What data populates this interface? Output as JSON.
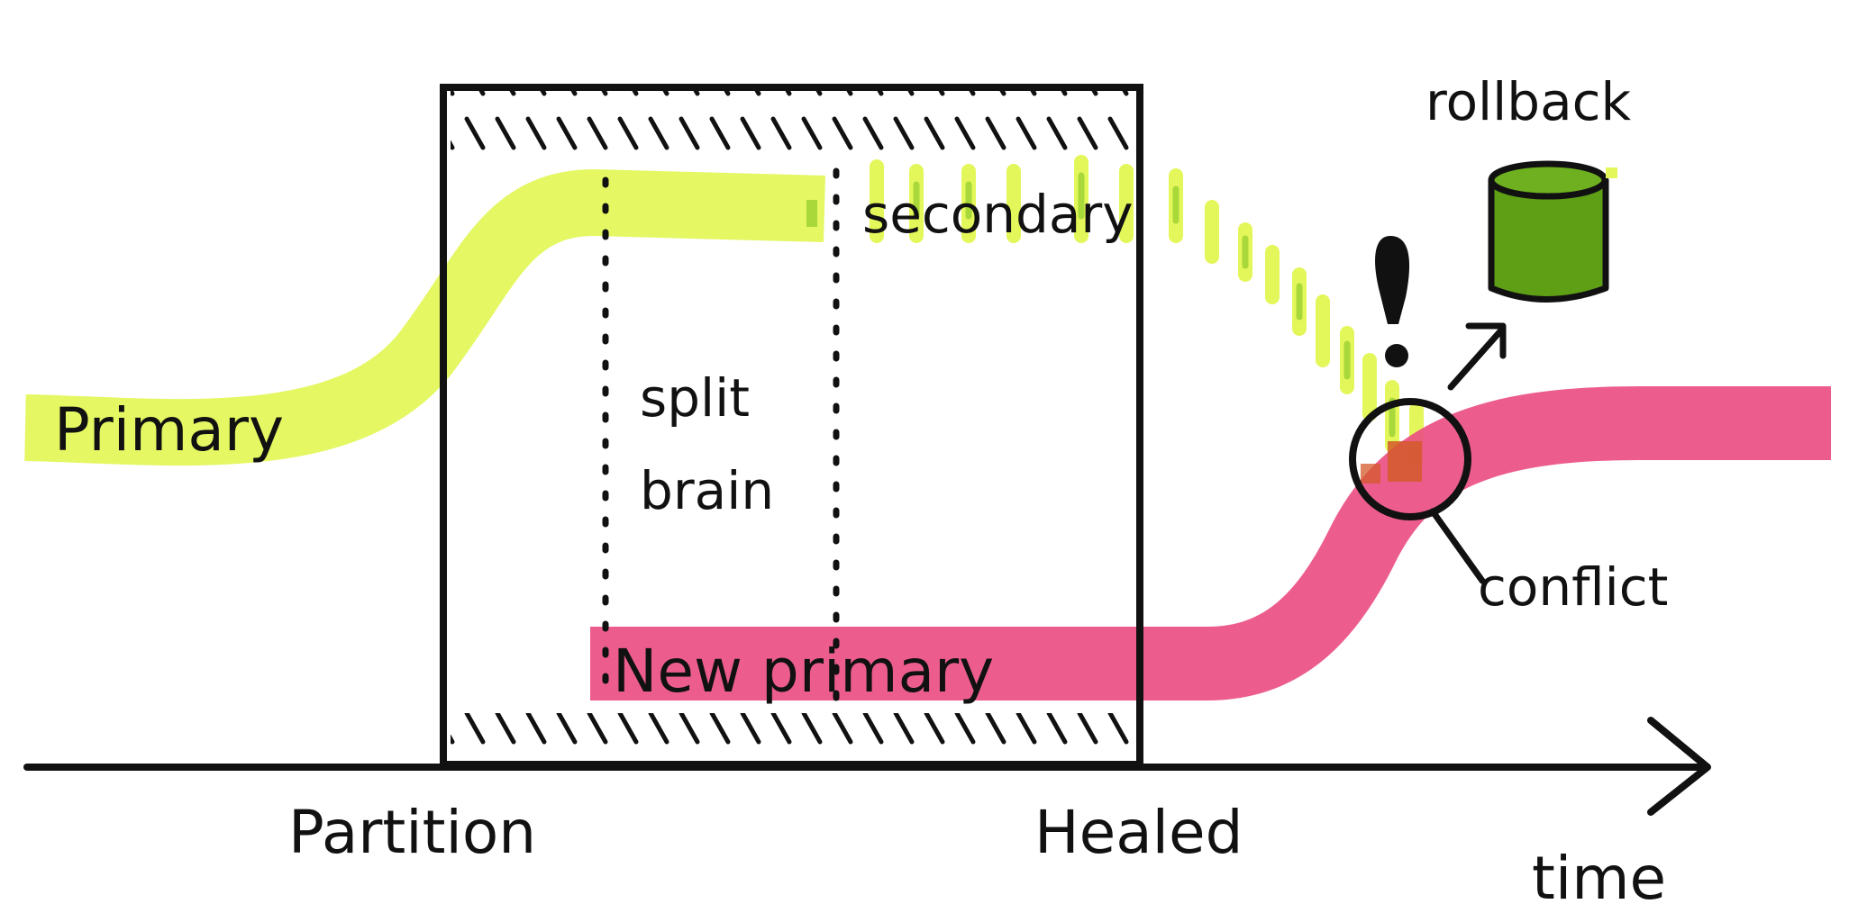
{
  "labels": {
    "primary": "Primary",
    "secondary": "secondary",
    "new_primary": "New primary",
    "split_brain_line1": "split",
    "split_brain_line2": "brain",
    "partition": "Partition",
    "healed": "Healed",
    "time": "time",
    "conflict": "conflict",
    "rollback": "rollback",
    "exclamation": "!"
  },
  "colors": {
    "primary_highlighter": "#e4f75a",
    "primary_dash": "#a8d83a",
    "rollback_cylinder": "#5e9f16",
    "new_primary_highlighter": "#ea4f84",
    "conflict_overlap": "#d4592a",
    "ink": "#111111",
    "background": "#ffffff"
  }
}
